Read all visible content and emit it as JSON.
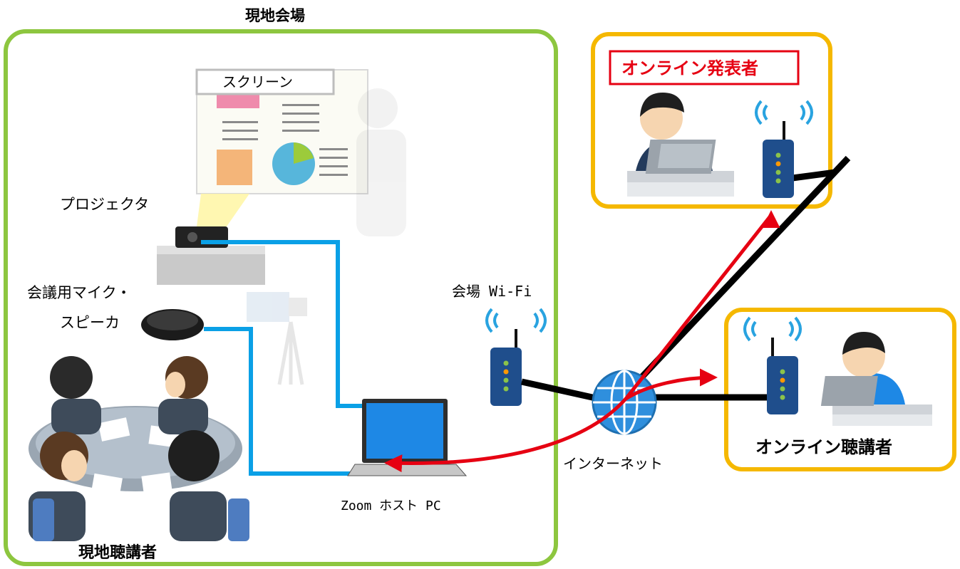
{
  "labels": {
    "venue_title": "現地会場",
    "screen": "スクリーン",
    "projector": "プロジェクタ",
    "mic_line1": "会議用マイク・",
    "mic_line2": "スピーカ",
    "venue_wifi": "会場 Wi-Fi",
    "host_pc": "Zoom ホスト PC",
    "internet": "インターネット",
    "local_audience": "現地聴講者",
    "online_presenter": "オンライン発表者",
    "online_audience": "オンライン聴講者"
  },
  "colors": {
    "venue_border": "#8dc63f",
    "online_border": "#f5b800",
    "presenter_accent": "#e60012",
    "local_cable": "#0aa0e6",
    "internet_cable": "#000000",
    "stream_arrow": "#e60012",
    "globe": "#2f8fdd",
    "router_body": "#1f4e8c"
  },
  "icons": {
    "projector": "projector-icon",
    "speakerphone": "speakerphone-icon",
    "camera": "video-camera-icon",
    "laptop": "laptop-icon",
    "router": "wifi-router-icon",
    "globe": "globe-icon",
    "presenter": "presenter-person-icon",
    "audience": "audience-person-icon"
  }
}
